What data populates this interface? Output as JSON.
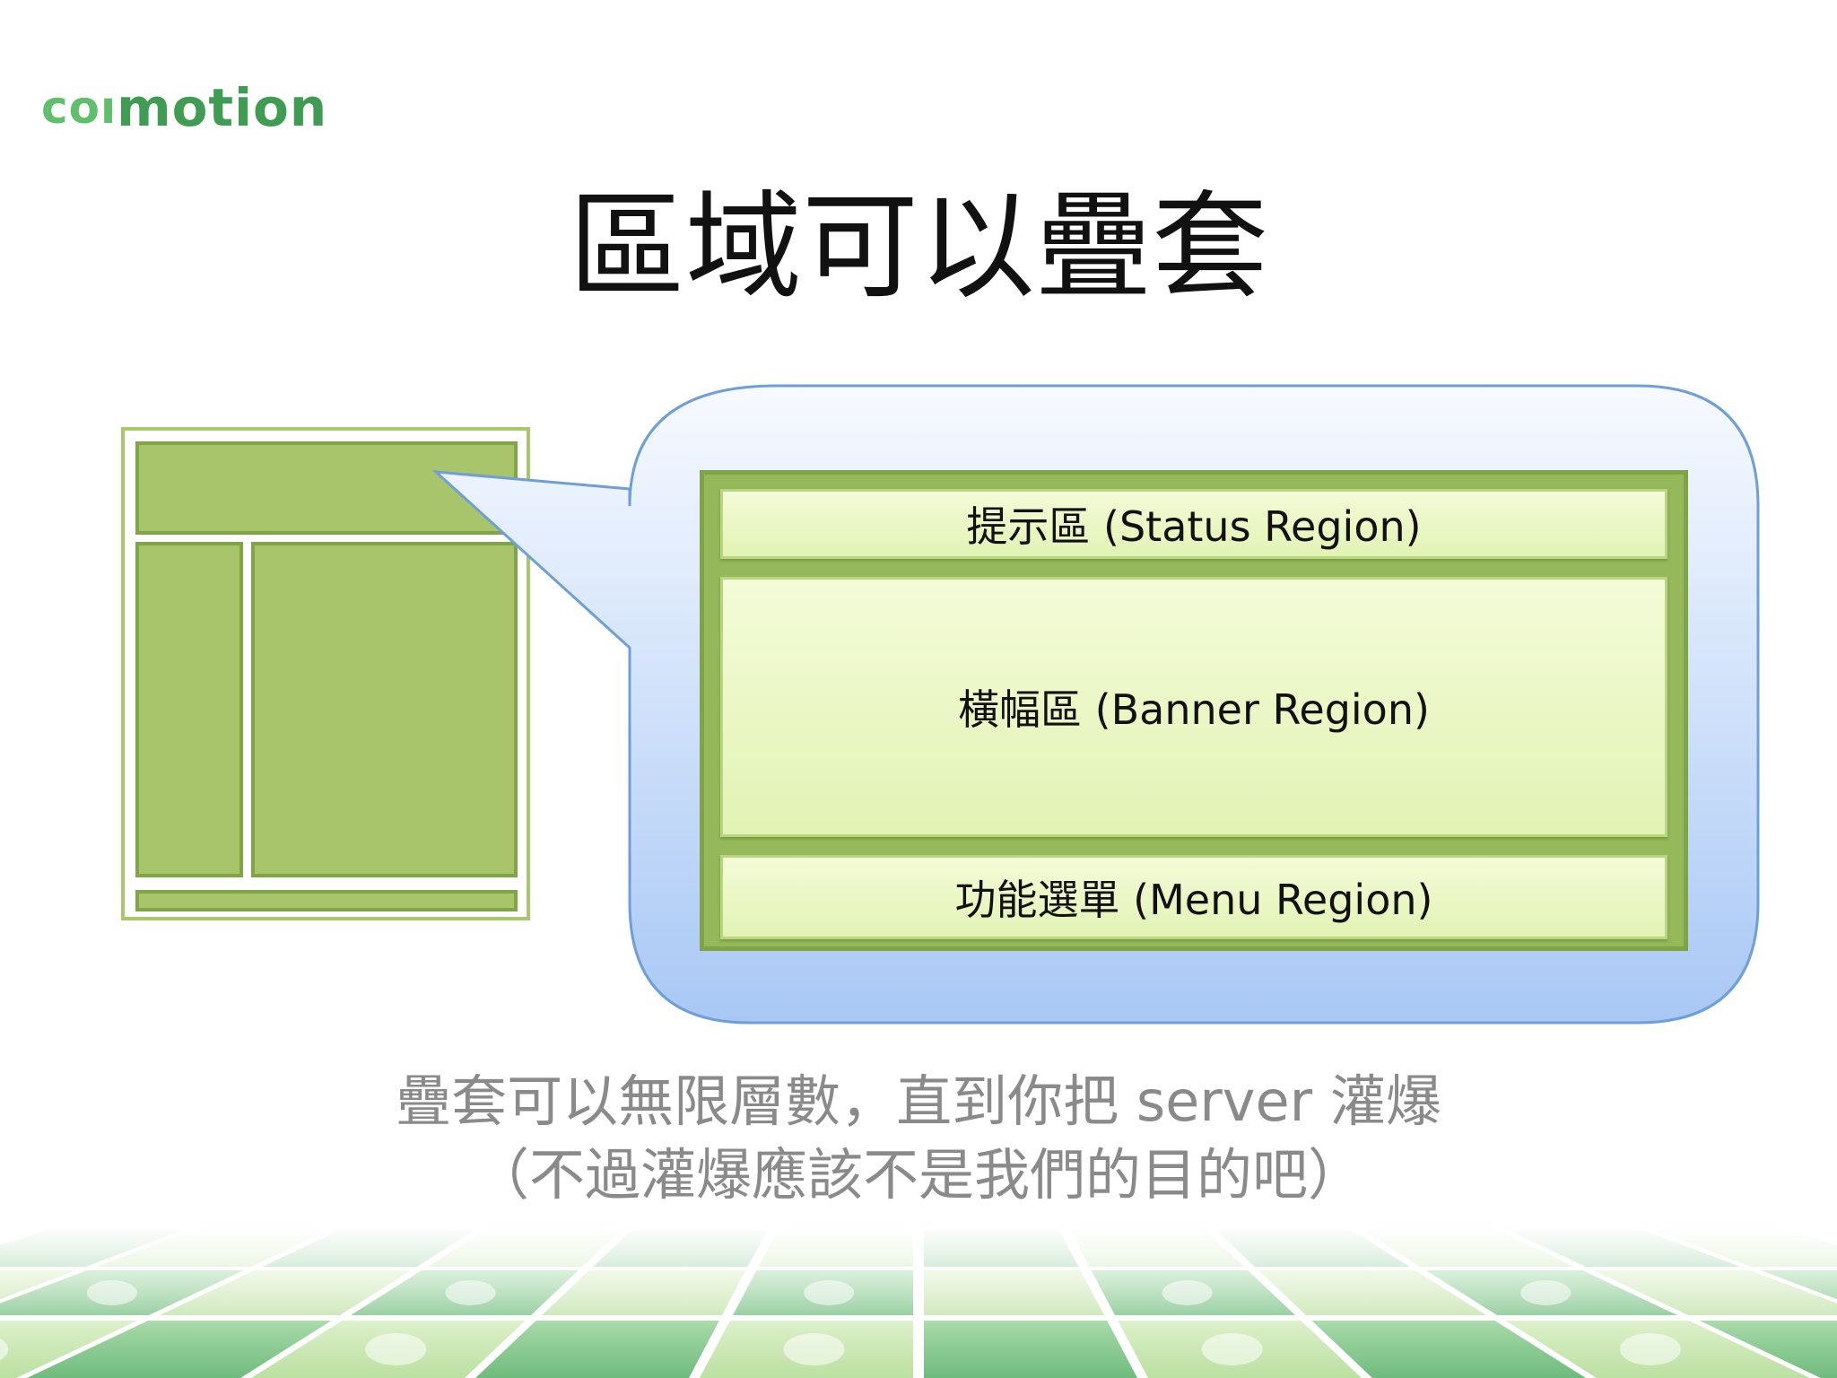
{
  "logo": {
    "prefix": "co",
    "mark": "ı",
    "word": "motion"
  },
  "title": "區域可以疊套",
  "regions": {
    "status": "提示區 (Status Region)",
    "banner": "橫幅區 (Banner Region)",
    "menu": "功能選單 (Menu Region)"
  },
  "captions": {
    "line1": "疊套可以無限層數，直到你把 server 灌爆",
    "line2": "（不過灌爆應該不是我們的目的吧）"
  },
  "colors": {
    "green_fill": "#a9c56b",
    "green_border": "#7fa547",
    "bubble_top": "#ffffff",
    "bubble_bottom": "#a9c8f5",
    "bubble_border": "#6f9fd8",
    "caption_gray": "#8a8a8a",
    "logo_green": "#3f9c52"
  },
  "icons": [
    "car-icon",
    "plane-icon",
    "tree-icon",
    "sofa-icon",
    "diamond-icon",
    "pencil-icon",
    "coffee-icon",
    "dragon-icon"
  ]
}
